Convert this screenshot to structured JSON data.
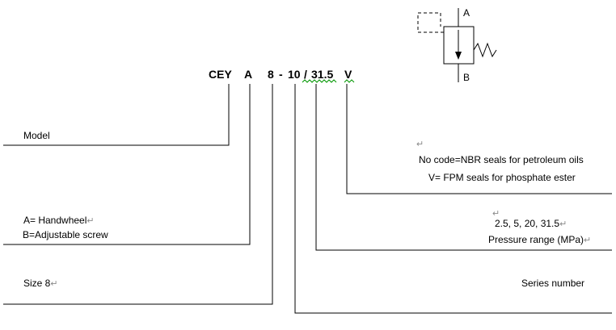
{
  "model_code": {
    "model": "CEY",
    "adjustment_type": "A",
    "size": "8",
    "dash": "-",
    "series": "10",
    "separator": "/",
    "pressure": "31.5",
    "seal": "V"
  },
  "labels": {
    "model": "Model",
    "handwheel": "A= Handwheel",
    "adjustable_screw": "B=Adjustable screw",
    "size": "Size 8",
    "series": "Series number",
    "pressure_values": "2.5, 5, 20, 31.5",
    "pressure_range": "Pressure range (MPa)",
    "seal_no_code": "No code=NBR seals for petroleum oils",
    "seal_v": "V= FPM seals for phosphate ester",
    "return_mark": "↵"
  },
  "symbol": {
    "port_top": "A",
    "port_bottom": "B"
  },
  "colors": {
    "background": "#ffffff",
    "text": "#000000",
    "line": "#000000",
    "squiggle": "#009600",
    "mark": "#8a8a8a"
  }
}
